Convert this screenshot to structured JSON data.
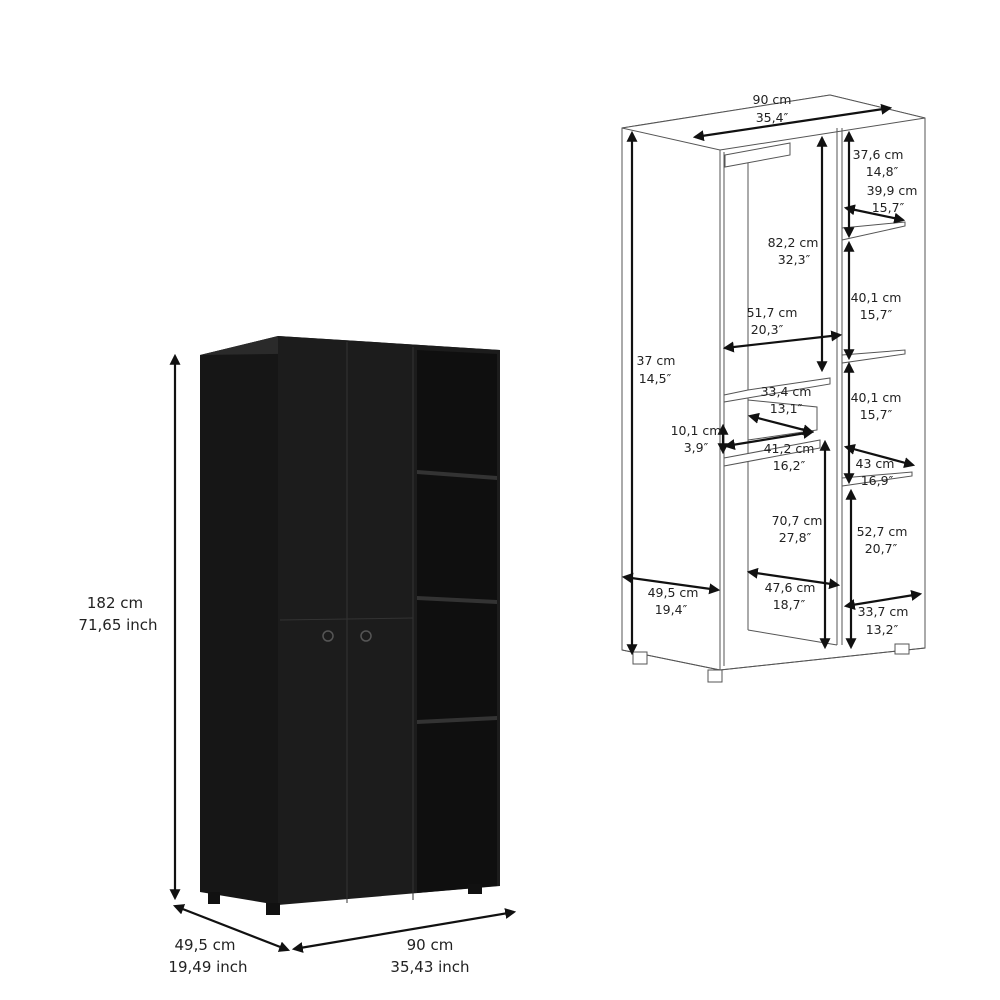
{
  "product_view": {
    "height": {
      "cm": "182 cm",
      "inch": "71,65 inch"
    },
    "depth": {
      "cm": "49,5 cm",
      "inch": "19,49 inch"
    },
    "width": {
      "cm": "90 cm",
      "inch": "35,43 inch"
    },
    "color": "#1c1c1c"
  },
  "diagram_view": {
    "dimensions": [
      {
        "cm": "90 cm",
        "inch": "35,4″"
      },
      {
        "cm": "37,6 cm",
        "inch": "14,8″"
      },
      {
        "cm": "39,9 cm",
        "inch": "15,7″"
      },
      {
        "cm": "82,2 cm",
        "inch": "32,3″"
      },
      {
        "cm": "40,1 cm",
        "inch": "15,7″"
      },
      {
        "cm": "51,7 cm",
        "inch": "20,3″"
      },
      {
        "cm": "37 cm",
        "inch": "14,5″"
      },
      {
        "cm": "33,4 cm",
        "inch": "13,1″"
      },
      {
        "cm": "40,1 cm",
        "inch": "15,7″"
      },
      {
        "cm": "10,1 cm",
        "inch": "3,9″"
      },
      {
        "cm": "41,2 cm",
        "inch": "16,2″"
      },
      {
        "cm": "43 cm",
        "inch": "16,9″"
      },
      {
        "cm": "70,7 cm",
        "inch": "27,8″"
      },
      {
        "cm": "52,7 cm",
        "inch": "20,7″"
      },
      {
        "cm": "49,5 cm",
        "inch": "19,4″"
      },
      {
        "cm": "47,6 cm",
        "inch": "18,7″"
      },
      {
        "cm": "33,7 cm",
        "inch": "13,2″"
      }
    ]
  }
}
